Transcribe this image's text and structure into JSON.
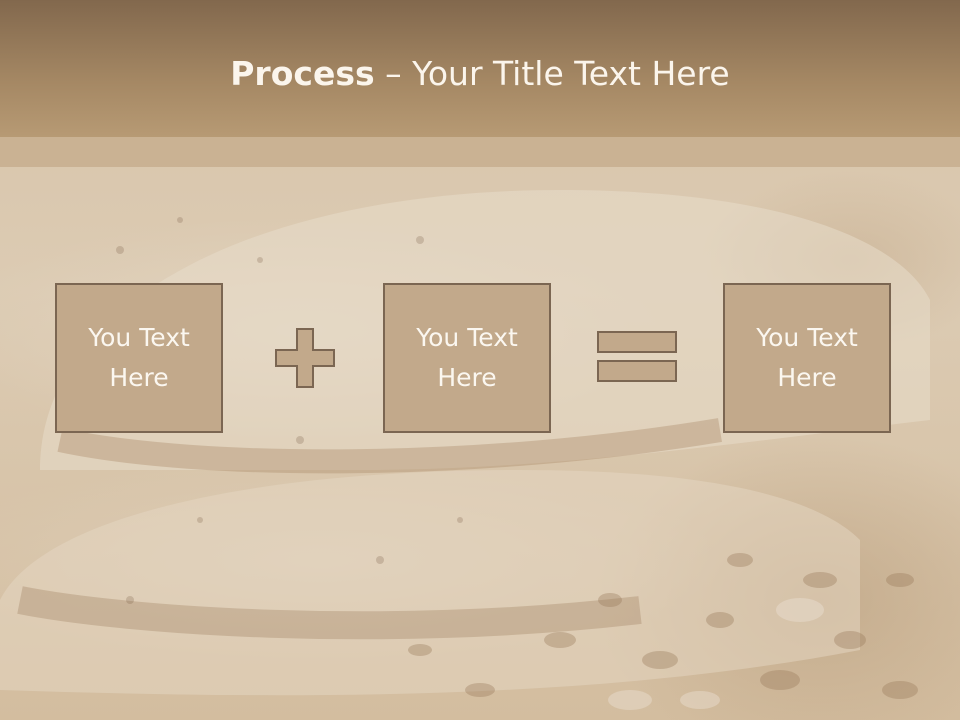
{
  "slide": {
    "title_bold": "Process",
    "title_sep": " – ",
    "title_rest": "Your Title Text Here"
  },
  "process": {
    "boxes": [
      {
        "line1": "You Text",
        "line2": "Here"
      },
      {
        "line1": "You Text",
        "line2": "Here"
      },
      {
        "line1": "You Text",
        "line2": "Here"
      }
    ],
    "operators": [
      "plus-icon",
      "equals-icon"
    ]
  },
  "colors": {
    "header": "#a58864",
    "box_fill": "#c2a98b",
    "box_border": "#7b6652",
    "text": "#fbf7f0"
  }
}
